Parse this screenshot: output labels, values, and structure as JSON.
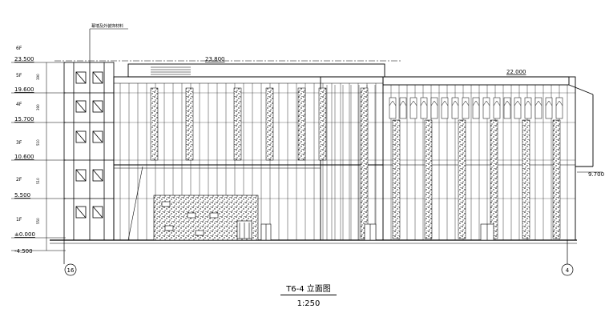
{
  "drawing": {
    "callout": "幕墙及外装饰材料",
    "elevation_marks": [
      {
        "value": "23.500",
        "floor": "6F"
      },
      {
        "value": "19.600",
        "floor": "5F"
      },
      {
        "value": "15.700",
        "floor": "4F"
      },
      {
        "value": "10.600",
        "floor": "3F"
      },
      {
        "value": "5.500",
        "floor": "2F"
      },
      {
        "value": "±0.000",
        "floor": "1F"
      },
      {
        "value": "-4.500",
        "floor": ""
      }
    ],
    "floor_heights": [
      "390",
      "390",
      "510",
      "510",
      "550"
    ],
    "top_levels": {
      "main_roof": "23.800",
      "right_roof": "22.000",
      "podium": "9.700"
    },
    "axis_left": "16",
    "axis_right": "4",
    "title": "T6-4  立面图",
    "scale": "1:250"
  }
}
